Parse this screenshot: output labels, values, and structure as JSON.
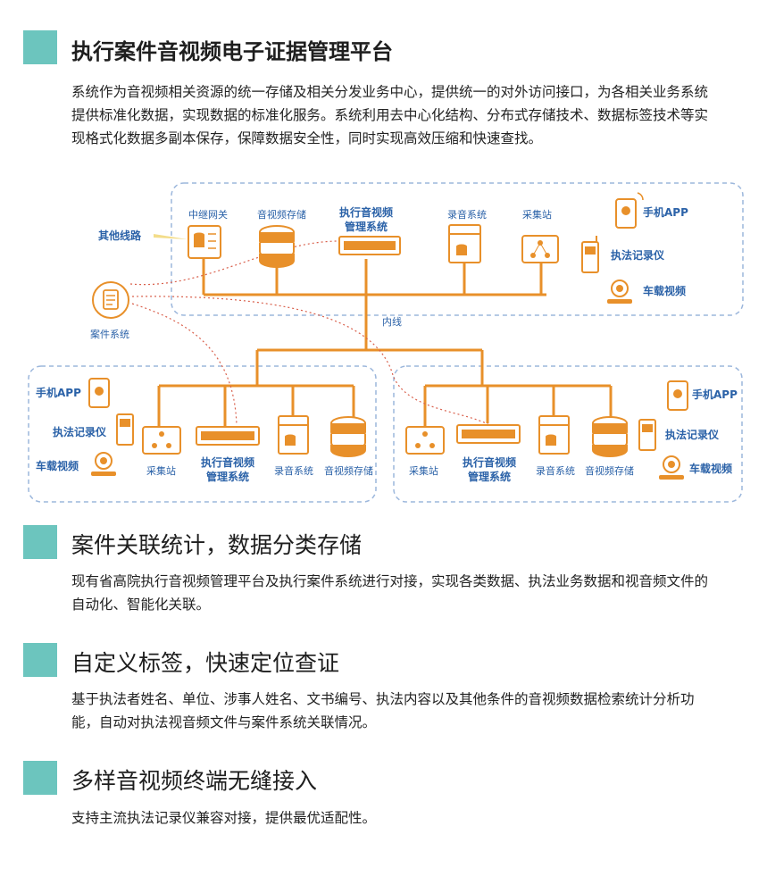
{
  "sections": [
    {
      "title": "执行案件音视频电子证据管理平台",
      "body": "系统作为音视频相关资源的统一存储及相关分发业务中心，提供统一的对外访问接口，为各相关业务系统提供标准化数据，实现数据的标准化服务。系统利用去中心化结构、分布式存储技术、数据标签技术等实现格式化数据多副本保存，保障数据安全性，同时实现高效压缩和快速查找。"
    },
    {
      "title": "案件关联统计，数据分类存储",
      "body": "现有省高院执行音视频管理平台及执行案件系统进行对接，实现各类数据、执法业务数据和视音频文件的自动化、智能化关联。"
    },
    {
      "title": "自定义标签，快速定位查证",
      "body": "基于执法者姓名、单位、涉事人姓名、文书编号、执法内容以及其他条件的音视频数据检索统计分析功能，自动对执法视音频文件与案件系统关联情况。"
    },
    {
      "title": "多样音视频终端无缝接入",
      "body": "支持主流执法记录仪兼容对接，提供最优适配性。"
    }
  ],
  "diagram": {
    "top": {
      "gateway": "中继网关",
      "storage": "音视频存储",
      "platform_line1": "执行音视频",
      "platform_line2": "管理系统",
      "recording": "录音系统",
      "station": "采集站",
      "phone_app": "手机APP",
      "recorder": "执法记录仪",
      "vehicle": "车载视频"
    },
    "other_lines": "其他线路",
    "case_system": "案件系统",
    "intranet": "内线",
    "left": {
      "phone_app": "手机APP",
      "recorder": "执法记录仪",
      "vehicle": "车载视频",
      "station": "采集站",
      "platform_line1": "执行音视频",
      "platform_line2": "管理系统",
      "recording": "录音系统",
      "storage": "音视频存储"
    },
    "right": {
      "station": "采集站",
      "platform_line1": "执行音视频",
      "platform_line2": "管理系统",
      "recording": "录音系统",
      "storage": "音视频存储",
      "phone_app": "手机APP",
      "recorder": "执法记录仪",
      "vehicle": "车载视频"
    },
    "colors": {
      "line": "#e8902a",
      "label": "#2b62a8",
      "frame": "#9cb7dc",
      "link": "#d9604c",
      "accent": "#6cc5be"
    }
  }
}
